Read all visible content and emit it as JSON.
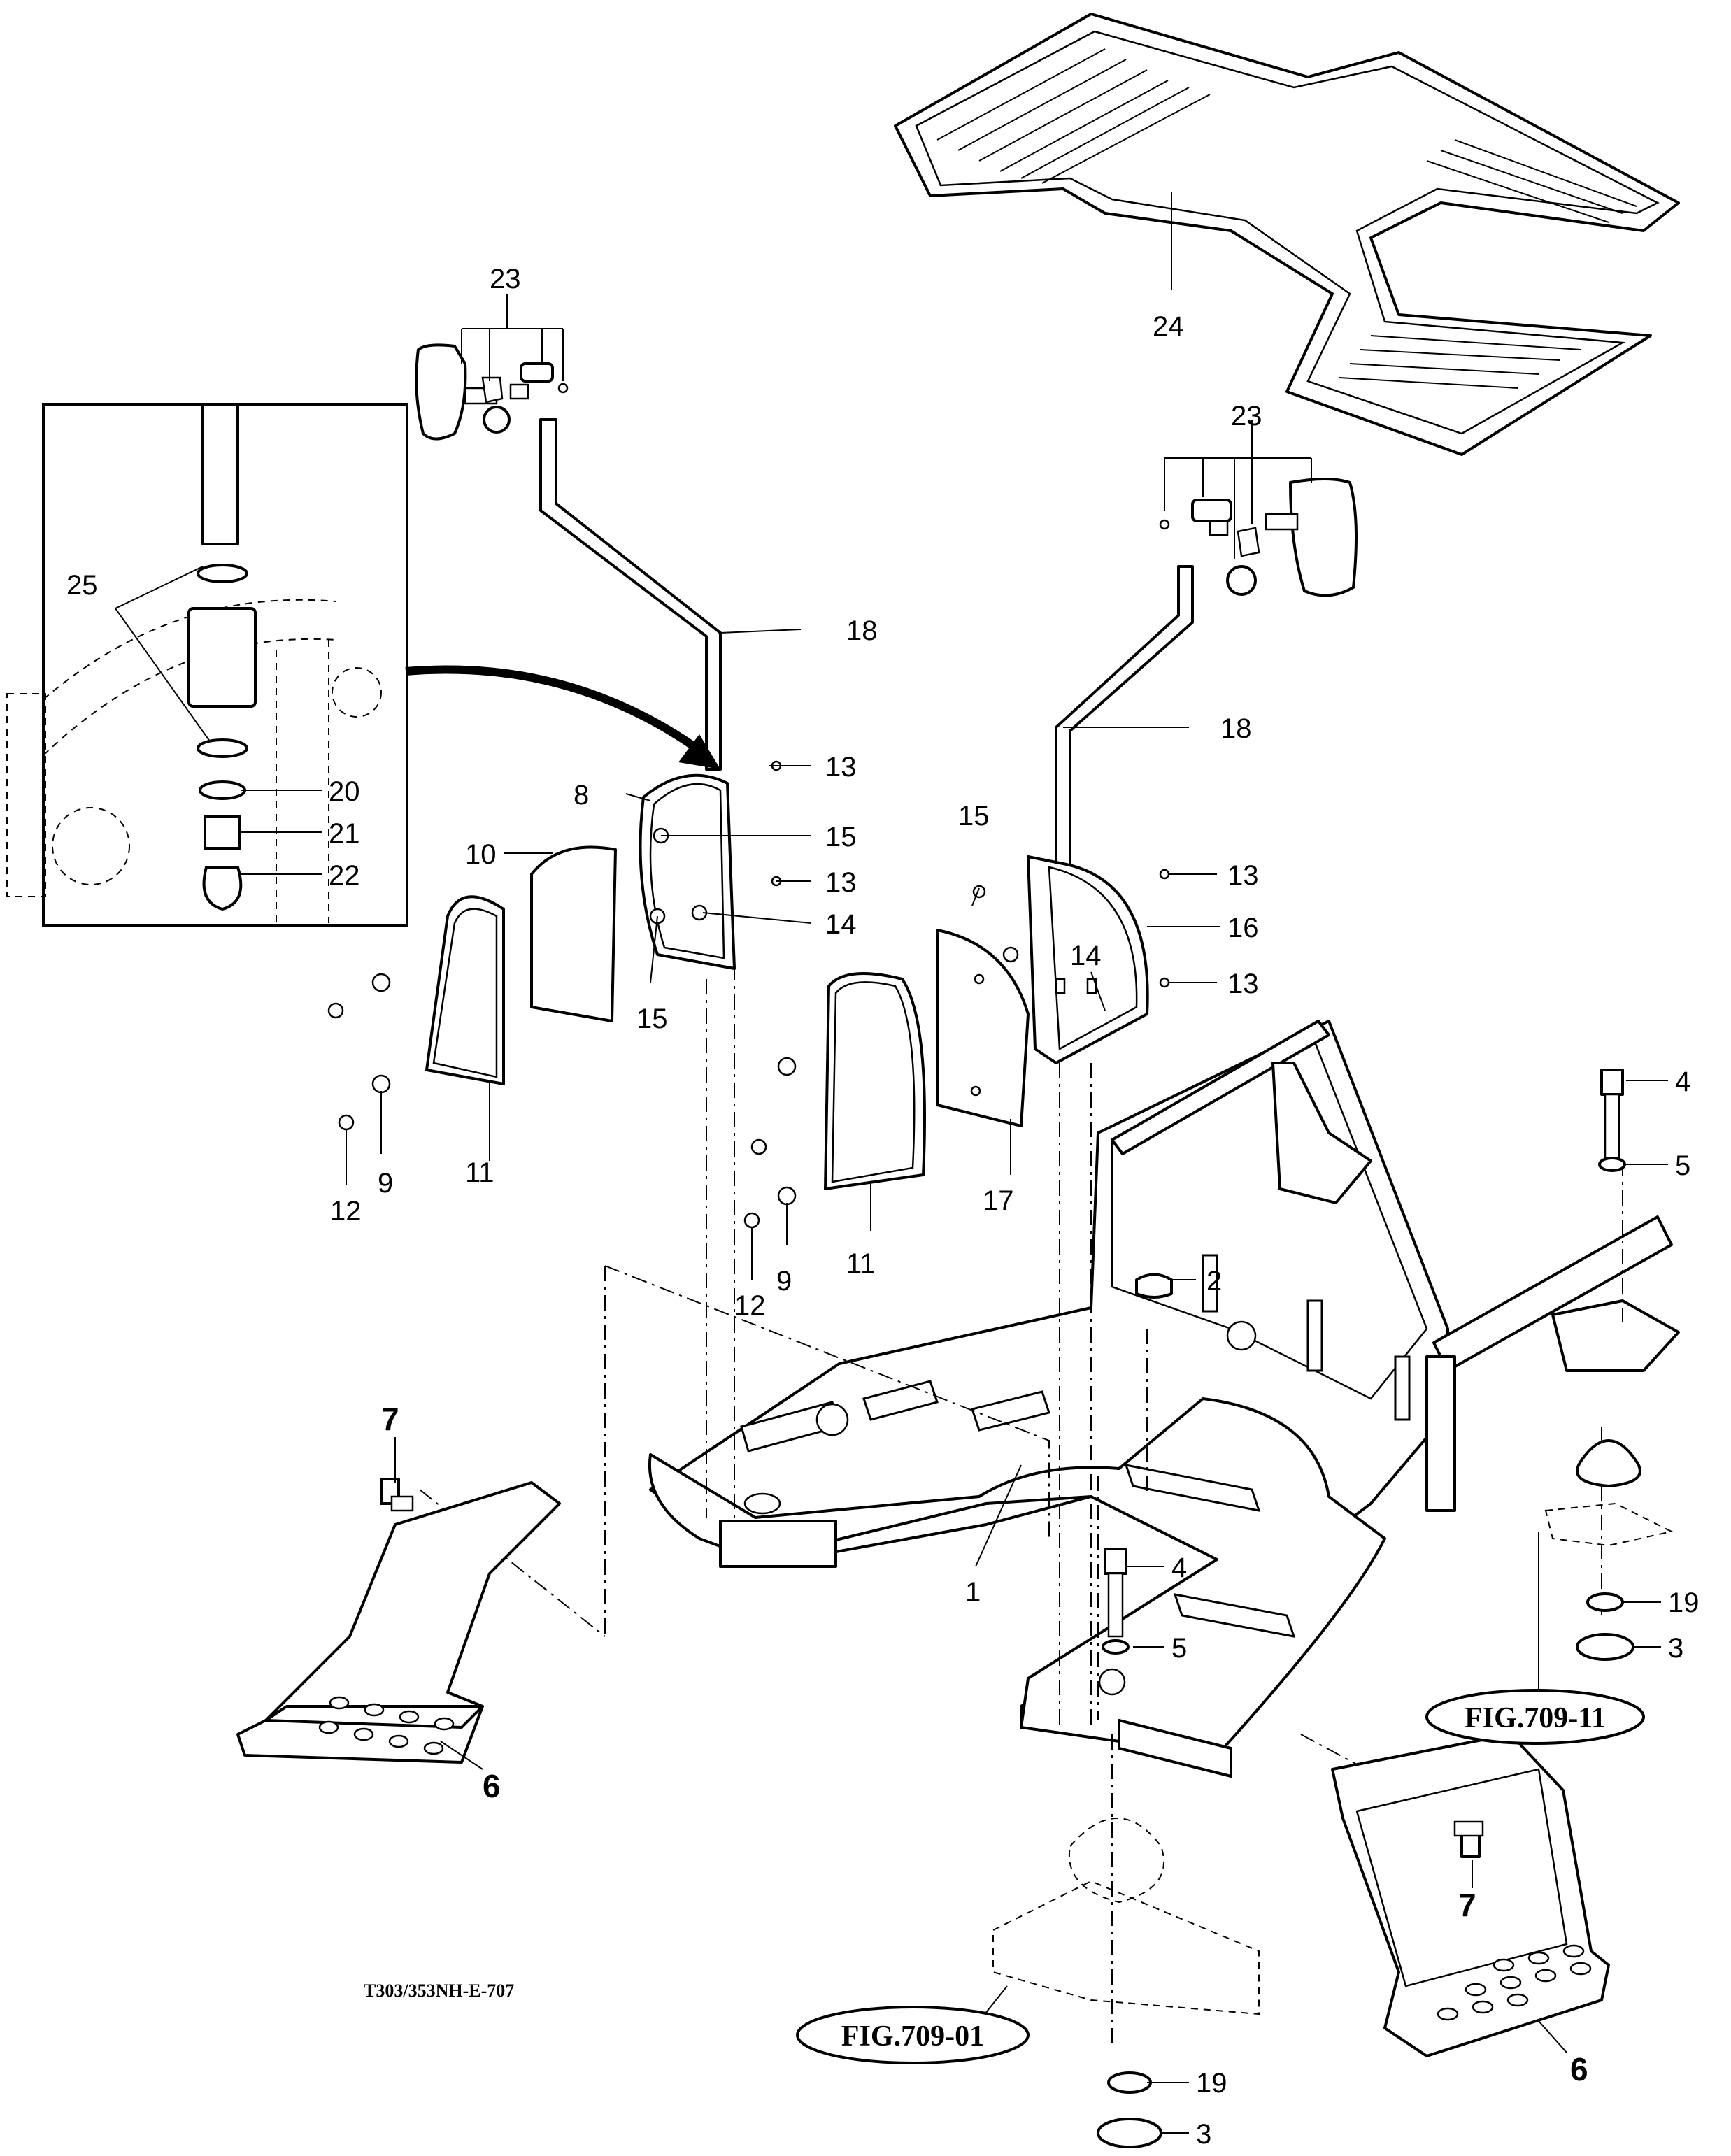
{
  "drawing_code": "T303/353NH-E-707",
  "figure_refs": [
    "FIG.709-11",
    "FIG.709-01"
  ],
  "callouts": {
    "c1": "1",
    "c2": "2",
    "c3a": "3",
    "c3b": "3",
    "c4a": "4",
    "c4b": "4",
    "c5a": "5",
    "c5b": "5",
    "c6a": "6",
    "c6b": "6",
    "c7a": "7",
    "c7b": "7",
    "c8": "8",
    "c9a": "9",
    "c9b": "9",
    "c10": "10",
    "c11a": "11",
    "c11b": "11",
    "c12a": "12",
    "c12b": "12",
    "c13a": "13",
    "c13b": "13",
    "c13c": "13",
    "c13d": "13",
    "c14a": "14",
    "c14b": "14",
    "c15a": "15",
    "c15b": "15",
    "c15c": "15",
    "c16": "16",
    "c17": "17",
    "c18a": "18",
    "c18b": "18",
    "c19a": "19",
    "c19b": "19",
    "c20": "20",
    "c21": "21",
    "c22": "22",
    "c23a": "23",
    "c23b": "23",
    "c24": "24",
    "c25": "25"
  }
}
